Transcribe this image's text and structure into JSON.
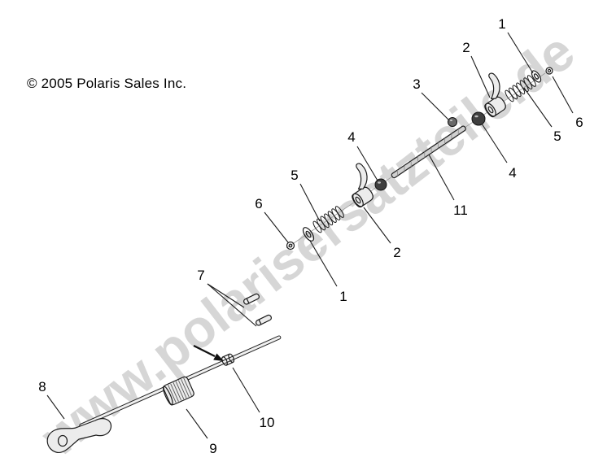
{
  "page": {
    "copyright": "© 2005 Polaris Sales Inc.",
    "watermark": "www.polarisersatzteile.de"
  },
  "colors": {
    "line": "#1b1b1b",
    "watermark": "#cccccc"
  },
  "callouts": [
    {
      "text": "1",
      "label": [
        617,
        35
      ],
      "lines": [
        [
          624,
          40,
          655,
          90
        ]
      ]
    },
    {
      "text": "2",
      "label": [
        573,
        64
      ],
      "lines": [
        [
          579,
          69,
          602,
          120
        ]
      ]
    },
    {
      "text": "3",
      "label": [
        512,
        109
      ],
      "lines": [
        [
          518,
          114,
          551,
          147
        ]
      ]
    },
    {
      "text": "6",
      "label": [
        712,
        156
      ],
      "lines": [
        [
          704,
          139,
          679,
          94
        ]
      ]
    },
    {
      "text": "5",
      "label": [
        685,
        173
      ],
      "lines": [
        [
          678,
          156,
          644,
          108
        ]
      ]
    },
    {
      "text": "4",
      "label": [
        630,
        218
      ],
      "lines": [
        [
          623,
          200,
          592,
          152
        ]
      ]
    },
    {
      "text": "11",
      "label": [
        566,
        264
      ],
      "lines": [
        [
          558,
          246,
          527,
          190
        ]
      ]
    },
    {
      "text": "4",
      "label": [
        432,
        174
      ],
      "lines": [
        [
          439,
          180,
          464,
          222
        ]
      ]
    },
    {
      "text": "5",
      "label": [
        362,
        221
      ],
      "lines": [
        [
          369,
          226,
          393,
          272
        ]
      ]
    },
    {
      "text": "2",
      "label": [
        488,
        316
      ],
      "lines": [
        [
          480,
          299,
          447,
          255
        ]
      ]
    },
    {
      "text": "6",
      "label": [
        318,
        256
      ],
      "lines": [
        [
          325,
          261,
          354,
          298
        ]
      ]
    },
    {
      "text": "1",
      "label": [
        422,
        370
      ],
      "lines": [
        [
          414,
          352,
          381,
          296
        ]
      ]
    },
    {
      "text": "7",
      "label": [
        247,
        344
      ],
      "lines": [
        [
          255,
          349,
          300,
          378
        ],
        [
          255,
          349,
          315,
          401
        ]
      ]
    },
    {
      "text": "8",
      "label": [
        52,
        481
      ],
      "lines": [
        [
          58,
          486,
          79,
          515
        ]
      ]
    },
    {
      "text": "9",
      "label": [
        262,
        557
      ],
      "lines": [
        [
          255,
          539,
          229,
          503
        ]
      ]
    },
    {
      "text": "10",
      "label": [
        328,
        525
      ],
      "lines": [
        [
          319,
          507,
          286,
          452
        ]
      ]
    }
  ]
}
